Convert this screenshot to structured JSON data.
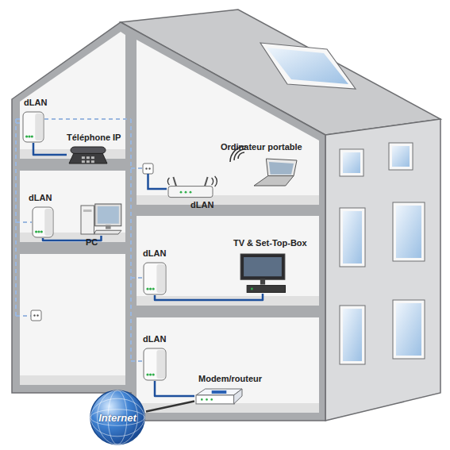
{
  "diagram": {
    "nodes": [
      {
        "text": [
          "dLAN"
        ]
      },
      {
        "text": [
          "Téléphone IP"
        ]
      },
      {
        "text": [
          "Ordinateur portable"
        ]
      },
      {
        "text": [
          "dLAN"
        ]
      },
      {
        "text": [
          "dLAN"
        ]
      },
      {
        "text": [
          "PC"
        ]
      },
      {
        "text": [
          "dLAN"
        ]
      },
      {
        "text": [
          "TV & Set-Top-Box"
        ]
      },
      {
        "text": [
          "dLAN"
        ]
      },
      {
        "text": [
          "Modem/routeur"
        ]
      },
      {
        "text": [
          "Internet"
        ]
      }
    ],
    "edges": [
      {
        "from": 0,
        "to": 1,
        "arrow": "none"
      },
      {
        "from": 4,
        "to": 5,
        "arrow": "none"
      },
      {
        "from": 6,
        "to": 7,
        "arrow": "none"
      },
      {
        "from": 8,
        "to": 9,
        "arrow": "none"
      },
      {
        "from": 10,
        "to": 9,
        "arrow": "none"
      }
    ]
  }
}
